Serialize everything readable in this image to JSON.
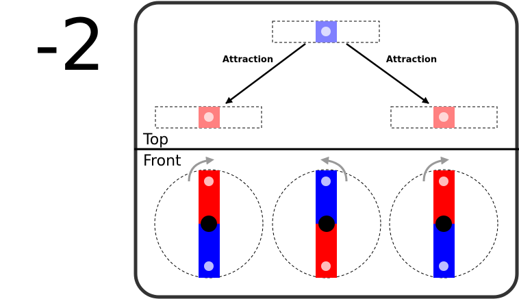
{
  "label": "-2",
  "sections": {
    "top": "Top",
    "front": "Front"
  },
  "arrows": {
    "left": "Attraction",
    "right": "Attraction"
  },
  "colors": {
    "top_magnet_center": "#8080ff",
    "top_magnet_side": "#ff8080",
    "red": "#ff0000",
    "blue": "#0000ff",
    "pivot": "#000000",
    "rotation_arrow": "#999999",
    "frame": "#333333"
  },
  "rotors": [
    {
      "top_color": "red",
      "bottom_color": "blue",
      "rotation": "clockwise"
    },
    {
      "top_color": "blue",
      "bottom_color": "red",
      "rotation": "counterclockwise"
    },
    {
      "top_color": "red",
      "bottom_color": "blue",
      "rotation": "clockwise"
    }
  ]
}
